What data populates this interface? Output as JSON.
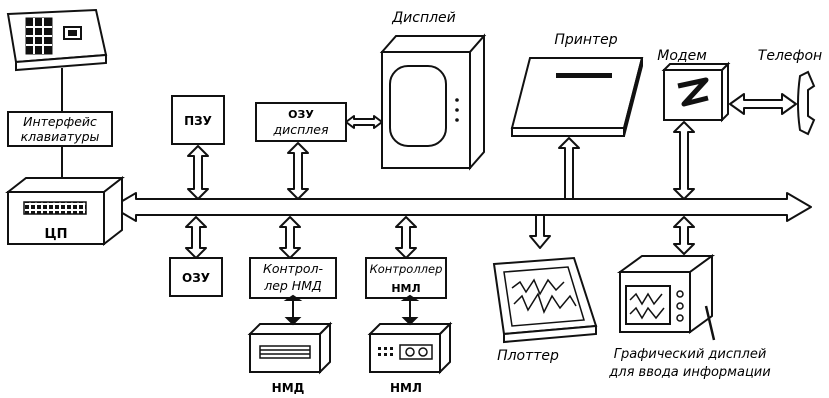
{
  "labels": {
    "keyboard_interface_line1": "Интерфейс",
    "keyboard_interface_line2": "клавиатуры",
    "cpu": "ЦП",
    "rom": "ПЗУ",
    "ram": "ОЗУ",
    "display_ram_line1": "ОЗУ",
    "display_ram_line2": "дисплея",
    "display": "Дисплей",
    "printer": "Принтер",
    "modem": "Модем",
    "telephone": "Телефон",
    "hdd_controller_line1": "Контрол-",
    "hdd_controller_line2": "лер НМД",
    "tape_controller_line1": "Контроллер",
    "tape_controller_line2": "НМЛ",
    "hdd": "НМД",
    "tape_drive": "НМЛ",
    "plotter": "Плоттер",
    "graphic_display_line1": "Графический дисплей",
    "graphic_display_line2": "для ввода информации"
  }
}
